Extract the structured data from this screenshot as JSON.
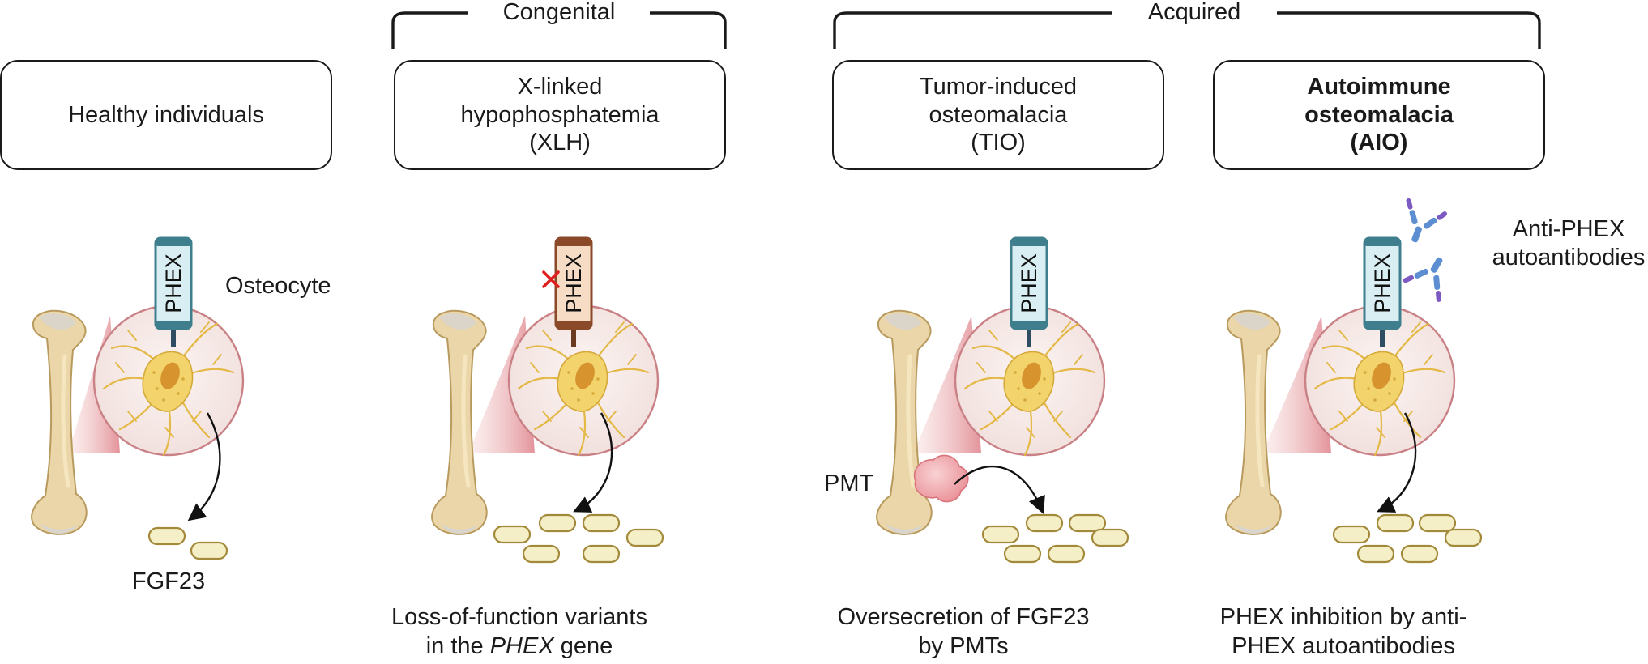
{
  "groups": {
    "congenital": "Congenital",
    "acquired": "Acquired"
  },
  "panels": [
    {
      "box_lines": [
        "Healthy individuals"
      ],
      "bold": false,
      "caption_lines": [
        "FGF23"
      ]
    },
    {
      "box_lines": [
        "X-linked",
        "hypophosphatemia",
        "(XLH)"
      ],
      "bold": false,
      "caption_line1": "Loss-of-function variants",
      "caption_line2_prefix": "in the ",
      "caption_line2_italic": "PHEX",
      "caption_line2_suffix": " gene"
    },
    {
      "box_lines": [
        "Tumor-induced",
        "osteomalacia",
        "(TIO)"
      ],
      "bold": false,
      "caption_lines": [
        "Oversecretion of FGF23",
        "by PMTs"
      ]
    },
    {
      "box_lines": [
        "Autoimmune",
        "osteomalacia",
        "(AIO)"
      ],
      "bold": true,
      "caption_lines": [
        "PHEX inhibition by anti-",
        "PHEX autoantibodies"
      ]
    }
  ],
  "labels": {
    "phex": "PHEX",
    "osteocyte": "Osteocyte",
    "pmt": "PMT",
    "antibodies_line1": "Anti-PHEX",
    "antibodies_line2": "autoantibodies"
  },
  "colors": {
    "phex_normal_fill": "#d8eef2",
    "phex_normal_stroke": "#3f7f8d",
    "phex_mutant_fill": "#f6dcc4",
    "phex_mutant_stroke": "#8a4a2a",
    "mutation_x": "#e02020",
    "bone": "#ead6a8",
    "cell": "#f3d36b",
    "fgf23": "#f4efc6",
    "tumor": "#f3b0b4",
    "antibody_blue": "#5d8ed2",
    "antibody_purple": "#7d5ac2"
  },
  "icons": [
    "bone-icon",
    "osteocyte-icon",
    "phex-receptor-icon",
    "fgf23-molecule-icon",
    "tumor-icon",
    "antibody-icon",
    "mutation-x-icon"
  ]
}
